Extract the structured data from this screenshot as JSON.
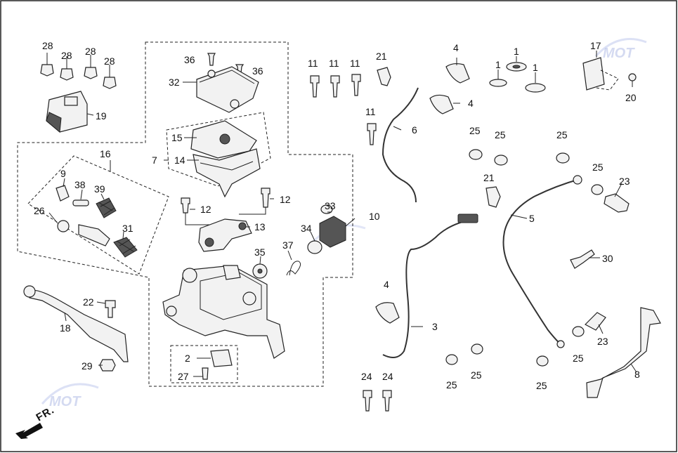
{
  "watermark": {
    "text_top": "MOT",
    "text_bottom": "MOT"
  },
  "front_indicator": {
    "label": "FR."
  },
  "callouts": [
    {
      "id": "c28a",
      "text": "28"
    },
    {
      "id": "c28b",
      "text": "28"
    },
    {
      "id": "c28c",
      "text": "28"
    },
    {
      "id": "c28d",
      "text": "28"
    },
    {
      "id": "c19",
      "text": "19"
    },
    {
      "id": "c36a",
      "text": "36"
    },
    {
      "id": "c36b",
      "text": "36"
    },
    {
      "id": "c32",
      "text": "32"
    },
    {
      "id": "c15",
      "text": "15"
    },
    {
      "id": "c7",
      "text": "7"
    },
    {
      "id": "c14",
      "text": "14"
    },
    {
      "id": "c16",
      "text": "16"
    },
    {
      "id": "c9",
      "text": "9"
    },
    {
      "id": "c38",
      "text": "38"
    },
    {
      "id": "c39",
      "text": "39"
    },
    {
      "id": "c26",
      "text": "26"
    },
    {
      "id": "c31",
      "text": "31"
    },
    {
      "id": "c12a",
      "text": "12"
    },
    {
      "id": "c12b",
      "text": "12"
    },
    {
      "id": "c13",
      "text": "13"
    },
    {
      "id": "c33",
      "text": "33"
    },
    {
      "id": "c10",
      "text": "10"
    },
    {
      "id": "c34",
      "text": "34"
    },
    {
      "id": "c35",
      "text": "35"
    },
    {
      "id": "c37",
      "text": "37"
    },
    {
      "id": "c22",
      "text": "22"
    },
    {
      "id": "c18",
      "text": "18"
    },
    {
      "id": "c29",
      "text": "29"
    },
    {
      "id": "c2",
      "text": "2"
    },
    {
      "id": "c27",
      "text": "27"
    },
    {
      "id": "c11a",
      "text": "11"
    },
    {
      "id": "c11b",
      "text": "11"
    },
    {
      "id": "c11c",
      "text": "11"
    },
    {
      "id": "c11d",
      "text": "11"
    },
    {
      "id": "c21a",
      "text": "21"
    },
    {
      "id": "c6",
      "text": "6"
    },
    {
      "id": "c4a",
      "text": "4"
    },
    {
      "id": "c4b",
      "text": "4"
    },
    {
      "id": "c1a",
      "text": "1"
    },
    {
      "id": "c1b",
      "text": "1"
    },
    {
      "id": "c1c",
      "text": "1"
    },
    {
      "id": "c17",
      "text": "17"
    },
    {
      "id": "c20",
      "text": "20"
    },
    {
      "id": "c25a",
      "text": "25"
    },
    {
      "id": "c25b",
      "text": "25"
    },
    {
      "id": "c25c",
      "text": "25"
    },
    {
      "id": "c25d",
      "text": "25"
    },
    {
      "id": "c23a",
      "text": "23"
    },
    {
      "id": "c21b",
      "text": "21"
    },
    {
      "id": "c5",
      "text": "5"
    },
    {
      "id": "c30",
      "text": "30"
    },
    {
      "id": "c4c",
      "text": "4"
    },
    {
      "id": "c3",
      "text": "3"
    },
    {
      "id": "c23b",
      "text": "23"
    },
    {
      "id": "c25e",
      "text": "25"
    },
    {
      "id": "c8",
      "text": "8"
    },
    {
      "id": "c24a",
      "text": "24"
    },
    {
      "id": "c24b",
      "text": "24"
    },
    {
      "id": "c25f",
      "text": "25"
    },
    {
      "id": "c25g",
      "text": "25"
    },
    {
      "id": "c25h",
      "text": "25"
    }
  ]
}
